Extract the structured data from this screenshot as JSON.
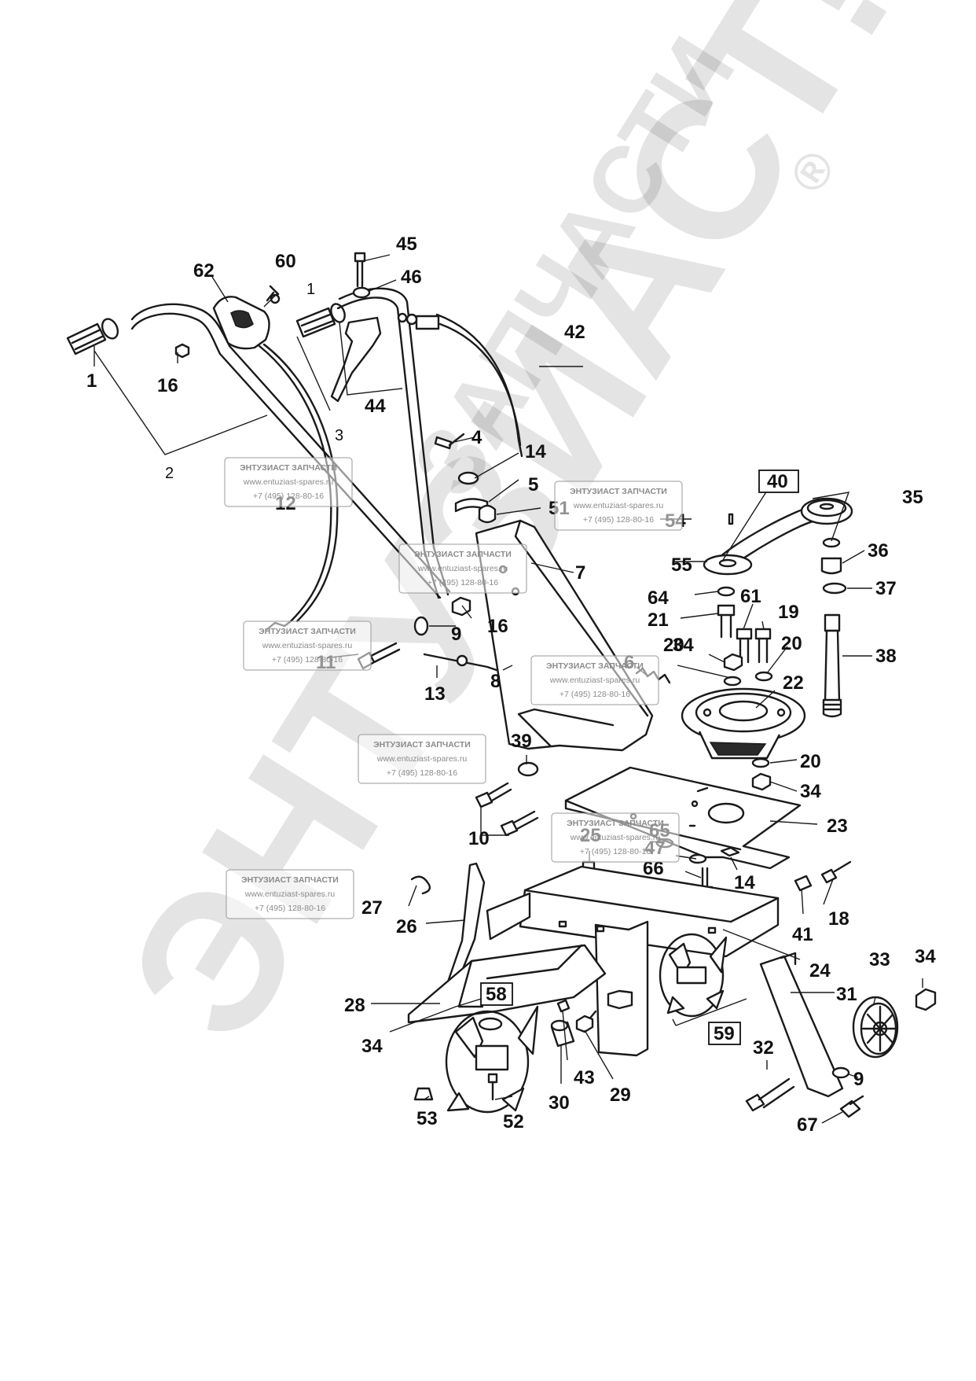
{
  "watermark": {
    "brand": "ЭНТУЗИАСТ!",
    "subtitle": "ЗАПЧАСТИ",
    "registered": "®"
  },
  "stamp": {
    "title": "ЭНТУЗИАСТ ЗАПЧАСТИ",
    "site": "www.entuziast-spares.ru",
    "phone": "+7 (495) 128-80-16"
  },
  "callouts": [
    "1",
    "2",
    "3",
    "4",
    "5",
    "6",
    "7",
    "8",
    "9",
    "10",
    "11",
    "12",
    "13",
    "14",
    "16",
    "18",
    "19",
    "20",
    "21",
    "22",
    "23",
    "24",
    "25",
    "26",
    "27",
    "28",
    "29",
    "30",
    "31",
    "32",
    "33",
    "34",
    "35",
    "36",
    "37",
    "38",
    "39",
    "40",
    "41",
    "42",
    "43",
    "44",
    "45",
    "46",
    "47",
    "51",
    "52",
    "53",
    "54",
    "55",
    "58",
    "59",
    "60",
    "61",
    "62",
    "64",
    "65",
    "66",
    "67"
  ],
  "boxed_callouts": [
    "40",
    "58",
    "59"
  ],
  "thin_callouts": [
    "1",
    "2",
    "3"
  ]
}
